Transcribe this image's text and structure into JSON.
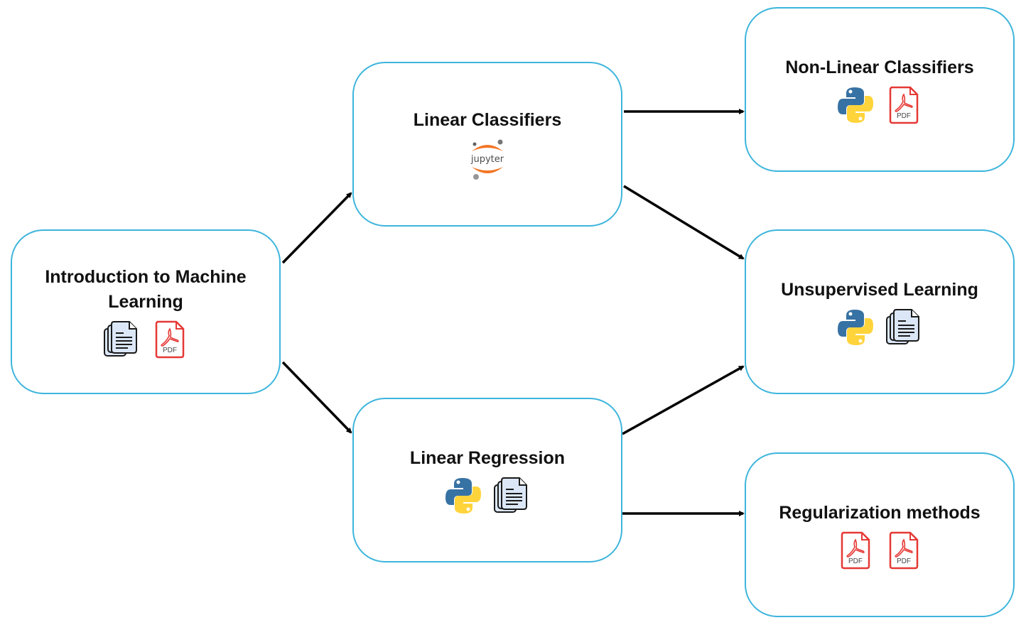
{
  "nodes": [
    {
      "id": "intro",
      "title": "Introduction to Machine Learning",
      "icons": [
        "document-stack-icon",
        "pdf-icon"
      ]
    },
    {
      "id": "linear-classifiers",
      "title": "Linear Classifiers",
      "icons": [
        "jupyter-icon"
      ]
    },
    {
      "id": "linear-regression",
      "title": "Linear Regression",
      "icons": [
        "python-icon",
        "document-stack-icon"
      ]
    },
    {
      "id": "non-linear-classifiers",
      "title": "Non-Linear Classifiers",
      "icons": [
        "python-icon",
        "pdf-icon"
      ]
    },
    {
      "id": "unsupervised-learning",
      "title": "Unsupervised Learning",
      "icons": [
        "python-icon",
        "document-stack-icon"
      ]
    },
    {
      "id": "regularization-methods",
      "title": "Regularization methods",
      "icons": [
        "pdf-icon",
        "pdf-icon"
      ]
    }
  ],
  "edges": [
    {
      "from": "intro",
      "to": "linear-classifiers"
    },
    {
      "from": "intro",
      "to": "linear-regression"
    },
    {
      "from": "linear-classifiers",
      "to": "non-linear-classifiers"
    },
    {
      "from": "linear-classifiers",
      "to": "unsupervised-learning"
    },
    {
      "from": "linear-regression",
      "to": "unsupervised-learning"
    },
    {
      "from": "linear-regression",
      "to": "regularization-methods"
    }
  ],
  "icon_text": {
    "pdf": "PDF",
    "jupyter": "jupyter"
  },
  "colors": {
    "node_border": "#3db5dc",
    "arrow": "#000000",
    "pdf_red": "#e53935",
    "python_blue": "#3772a4",
    "python_yellow": "#ffd43b",
    "jupyter_orange": "#f37626",
    "doc_fill": "#dbe7f7"
  }
}
